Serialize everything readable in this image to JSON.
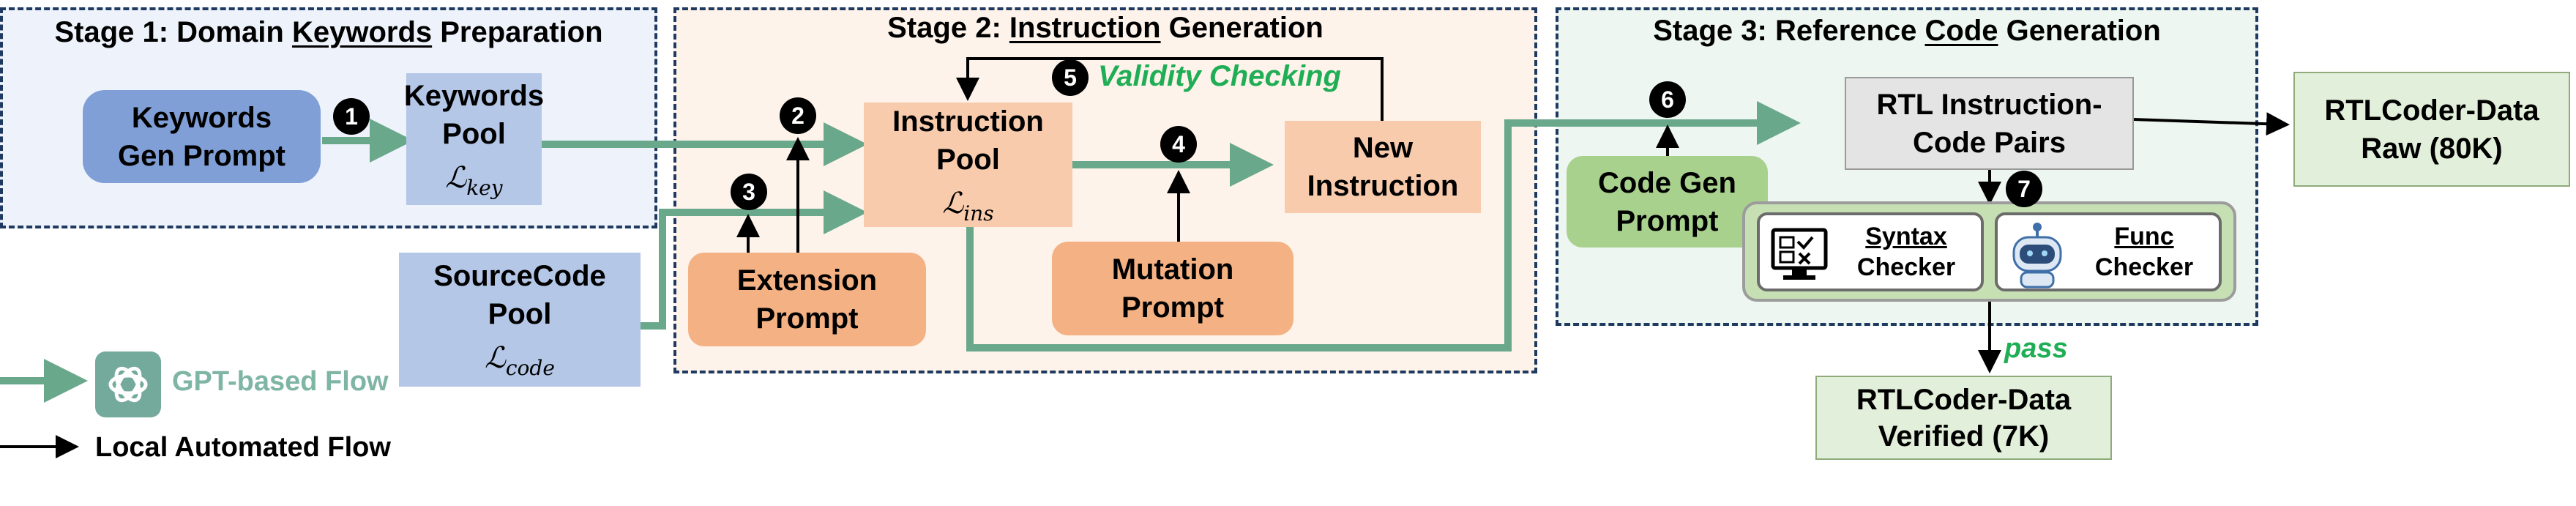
{
  "stages": {
    "stage1": {
      "prefix": "Stage 1: Domain ",
      "underlined": "Keywords",
      "suffix": " Preparation"
    },
    "stage2": {
      "prefix": "Stage 2:  ",
      "underlined": "Instruction",
      "suffix": " Generation"
    },
    "stage3": {
      "prefix": "Stage 3: Reference ",
      "underlined": "Code",
      "suffix": " Generation"
    }
  },
  "boxes": {
    "keywords_gen_prompt": [
      "Keywords",
      "Gen Prompt"
    ],
    "keywords_pool": {
      "title": "Keywords",
      "title2": "Pool",
      "math": "ℒ",
      "sub": "key"
    },
    "sourcecode_pool": {
      "title": "SourceCode",
      "title2": "Pool",
      "math": "ℒ",
      "sub": "code"
    },
    "instruction_pool": {
      "title": "Instruction",
      "title2": "Pool",
      "math": "ℒ",
      "sub": "ins"
    },
    "extension_prompt": [
      "Extension",
      "Prompt"
    ],
    "mutation_prompt": [
      "Mutation",
      "Prompt"
    ],
    "new_instruction": [
      "New",
      "Instruction"
    ],
    "code_gen_prompt": [
      "Code Gen",
      "Prompt"
    ],
    "rtl_pairs": [
      "RTL  Instruction-",
      "Code Pairs"
    ],
    "syntax_checker": [
      "Syntax",
      "Checker"
    ],
    "func_checker": [
      "Func",
      "Checker"
    ],
    "raw_data": [
      "RTLCoder-Data",
      "Raw (80K)"
    ],
    "verified_data": [
      "RTLCoder-Data",
      "Verified (7K)"
    ]
  },
  "badges": [
    "1",
    "2",
    "3",
    "4",
    "5",
    "6",
    "7"
  ],
  "labels": {
    "validity_checking": "Validity Checking",
    "pass": "pass"
  },
  "legend": {
    "gpt_flow": "GPT-based Flow",
    "local_flow": "Local Automated Flow"
  },
  "colors": {
    "flow_green": "#6aa88c",
    "stage1_bg": "#eef3fb",
    "stage2_bg": "#fdf3ea",
    "stage3_bg": "#eef6f1",
    "blue_dark": "#7f9fd6",
    "blue_light": "#b4c7e7",
    "orange_light": "#f8cbad",
    "orange_dark": "#f4b183",
    "green_prompt": "#a9d18e",
    "green_light": "#e2efda",
    "grey": "#e4e4e4",
    "highlight_green": "#1fae55"
  },
  "icons": [
    "syntax-checker-icon",
    "robot-icon",
    "openai-logo-icon"
  ]
}
